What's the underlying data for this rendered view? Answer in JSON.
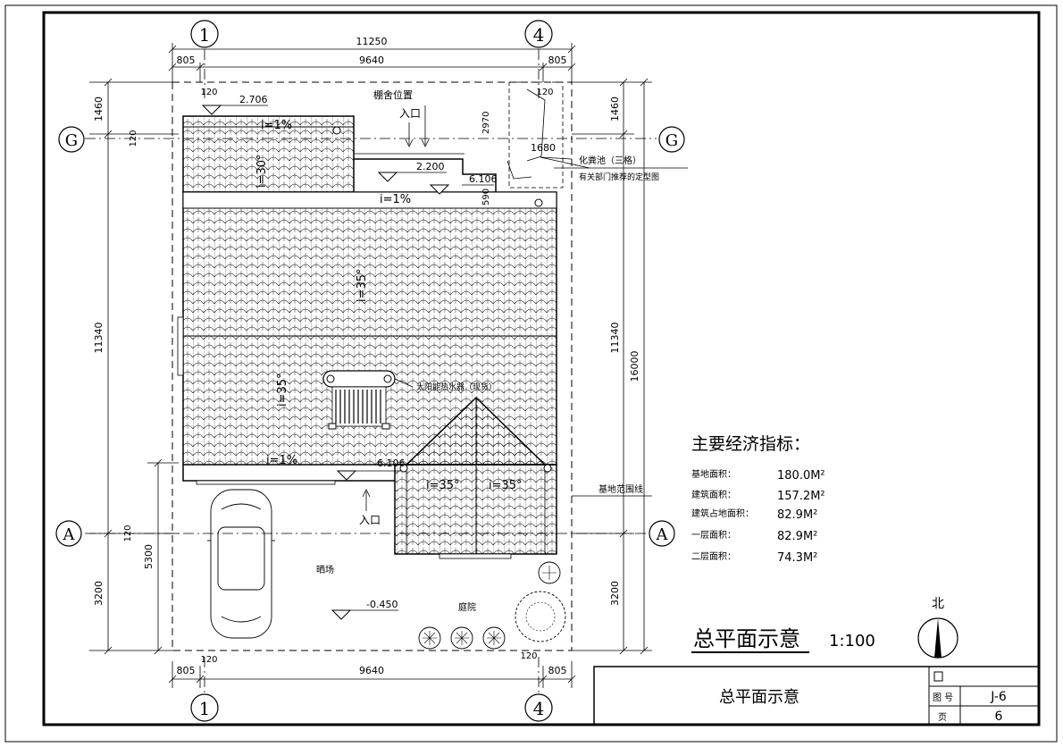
{
  "plan_title": "总平面示意",
  "plan_scale": "1:100",
  "north_label": "北",
  "axes": {
    "axis_1": "1",
    "axis_4": "4",
    "axis_G": "G",
    "axis_A": "A"
  },
  "dimensions": {
    "top_total": "11250",
    "top_left_margin": "805",
    "top_middle": "9640",
    "top_right_margin": "805",
    "offset_120": "120",
    "left_1460": "1460",
    "left_120": "120",
    "left_11340": "11340",
    "left_5300": "5300",
    "left_3200": "3200",
    "right_1460": "1460",
    "right_11340": "11340",
    "right_16000": "16000",
    "right_3200": "3200",
    "bottom_left_margin": "805",
    "bottom_middle": "9640",
    "bottom_right_margin": "805",
    "dim_2970": "2970",
    "dim_1680": "1680",
    "dim_590": "590"
  },
  "annotations": {
    "shed_position": "棚舍位置",
    "entrance_top": "入口",
    "entrance_bottom": "入口",
    "septic_tank": "化粪池（三格）",
    "septic_note": "有关部门推荐的定型图",
    "solar_heater": "太阳能热水器（现货）",
    "site_boundary": "基地范围线",
    "drying_yard": "晒场",
    "courtyard": "庭院"
  },
  "elevations": {
    "e1": "2.706",
    "e2": "2.200",
    "e3": "6.106",
    "e4": "6.106",
    "e5": "-0.450"
  },
  "slopes": {
    "s1": "i=1%",
    "s2": "i=30°",
    "s3": "i=1%",
    "s4": "i=35°",
    "s5": "i=35°",
    "s6": "i=1%",
    "s7": "i=35°",
    "s8": "i=35°"
  },
  "economic_indicators": {
    "heading": "主要经济指标：",
    "rows": [
      {
        "label": "基地面积：",
        "value": "180.0M²"
      },
      {
        "label": "建筑面积：",
        "value": "157.2M²"
      },
      {
        "label": "建筑占地面积：",
        "value": "82.9M²"
      },
      {
        "label": "一层面积：",
        "value": "82.9M²"
      },
      {
        "label": "二层面积：",
        "value": "74.3M²"
      }
    ]
  },
  "title_block": {
    "name": "总平面示意",
    "drawing_no_label": "图 号",
    "drawing_no": "J-6",
    "page_label": "页",
    "page_no": "6"
  }
}
